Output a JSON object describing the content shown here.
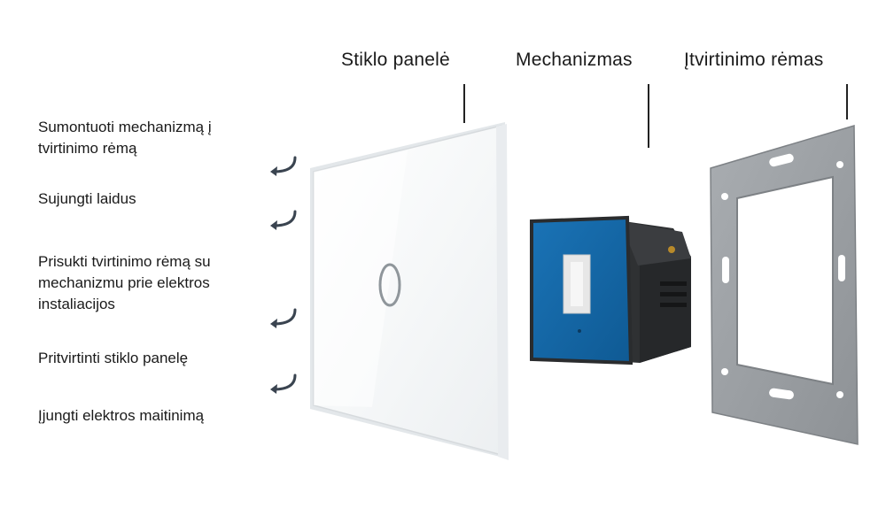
{
  "labels": {
    "glass_panel": "Stiklo panelė",
    "mechanism": "Mechanizmas",
    "mounting_frame": "Įtvirtinimo rėmas"
  },
  "steps": [
    "Sumontuoti mechanizmą į tvirtinimo rėmą",
    "Sujungti laidus",
    "Prisukti tvirtinimo rėmą su mechanizmu prie elektros instaliacijos",
    "Pritvirtinti stiklo panelę",
    "Įjungti elektros maitinimą"
  ]
}
